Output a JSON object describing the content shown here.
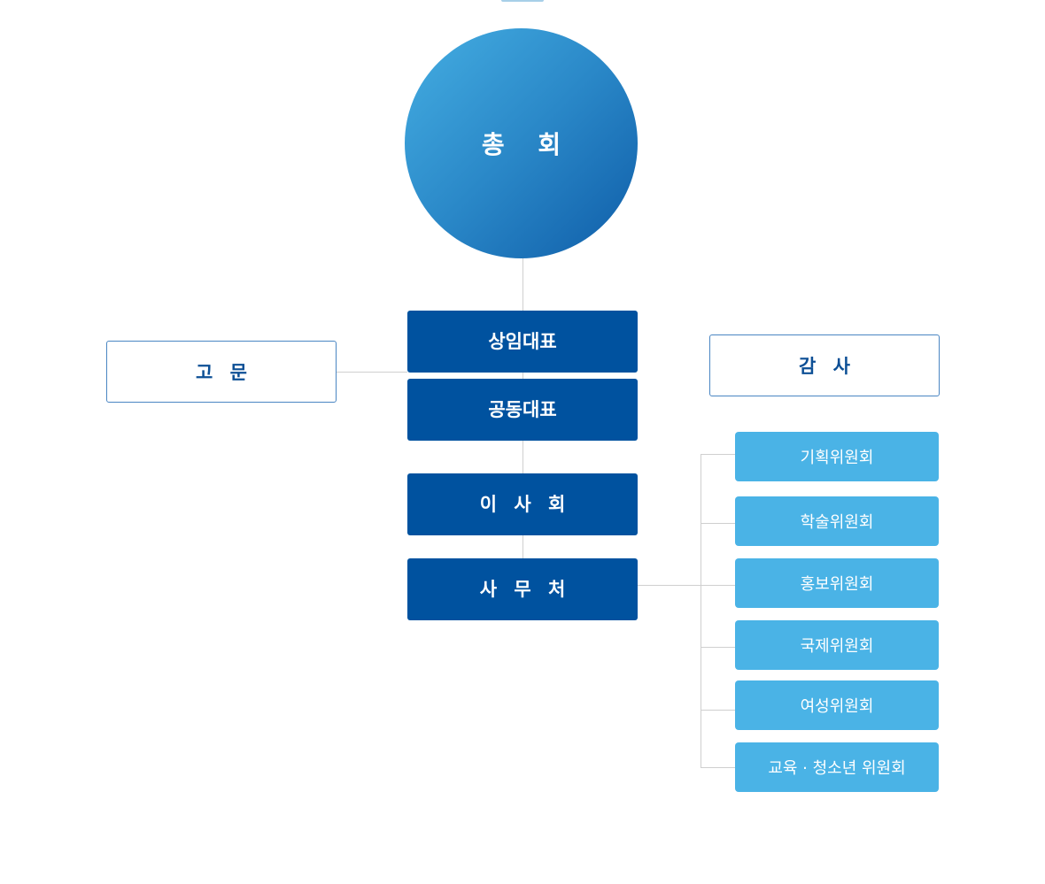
{
  "org_chart": {
    "top": "총 회",
    "standing_rep": "상임대표",
    "co_rep": "공동대표",
    "board": "이 사 회",
    "secretariat": "사 무 처",
    "advisor": "고 문",
    "auditor": "감 사",
    "committees": [
      "기획위원회",
      "학술위원회",
      "홍보위원회",
      "국제위원회",
      "여성위원회",
      "교육 · 청소년 위원회"
    ]
  },
  "colors": {
    "dark_box": "#00529f",
    "committee_box": "#4ab3e6",
    "outline_border": "#4a86c3",
    "outline_text": "#0c4f95",
    "connector": "#cfcfcf"
  }
}
